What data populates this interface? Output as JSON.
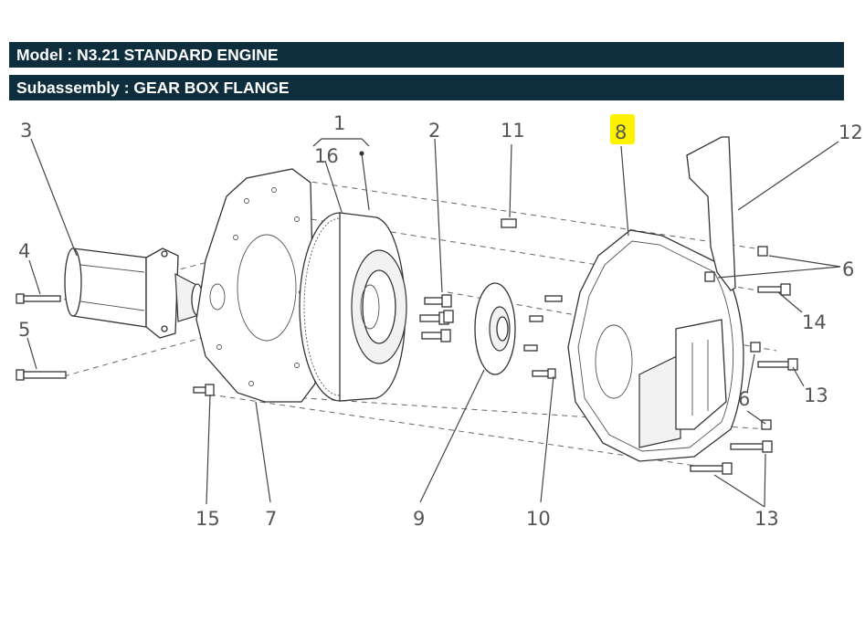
{
  "header": {
    "model": "Model : N3.21 STANDARD ENGINE",
    "subassembly": "Subassembly : GEAR BOX FLANGE"
  },
  "callouts": [
    "1",
    "2",
    "3",
    "4",
    "5",
    "6",
    "6",
    "7",
    "8",
    "9",
    "10",
    "11",
    "12",
    "13",
    "13",
    "14",
    "15",
    "16"
  ],
  "highlight_color": "#fff200"
}
